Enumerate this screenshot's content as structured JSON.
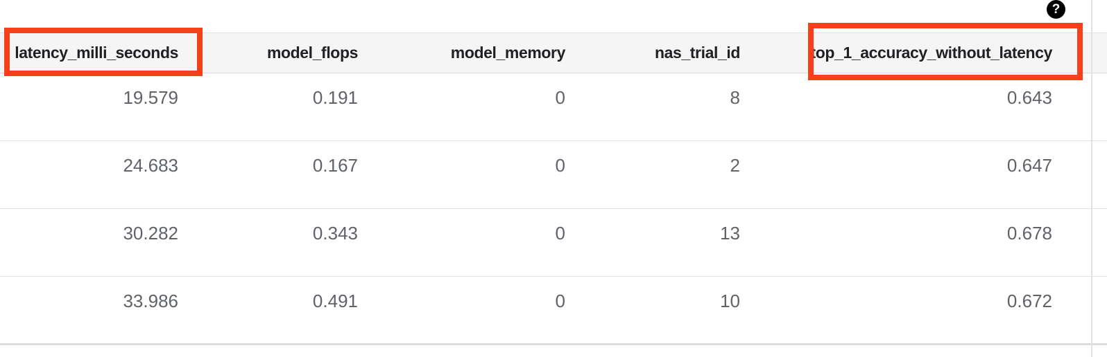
{
  "help_button": {
    "glyph": "?"
  },
  "colors": {
    "highlight_box": "#F4411C",
    "header_background": "#F5F5F5",
    "row_border": "#E2E2E2",
    "header_text": "#202124",
    "value_text": "#5F6368",
    "help_icon_background": "#000000"
  },
  "table": {
    "columns": [
      {
        "label": "latency_milli_seconds",
        "highlighted": true
      },
      {
        "label": "model_flops",
        "highlighted": false
      },
      {
        "label": "model_memory",
        "highlighted": false
      },
      {
        "label": "nas_trial_id",
        "highlighted": false
      },
      {
        "label": "top_1_accuracy_without_latency",
        "highlighted": true
      },
      {
        "label": "",
        "highlighted": false
      }
    ],
    "rows": [
      [
        "19.579",
        "0.191",
        "0",
        "8",
        "0.643",
        ""
      ],
      [
        "24.683",
        "0.167",
        "0",
        "2",
        "0.647",
        ""
      ],
      [
        "30.282",
        "0.343",
        "0",
        "13",
        "0.678",
        ""
      ],
      [
        "33.986",
        "0.491",
        "0",
        "10",
        "0.672",
        ""
      ]
    ]
  }
}
